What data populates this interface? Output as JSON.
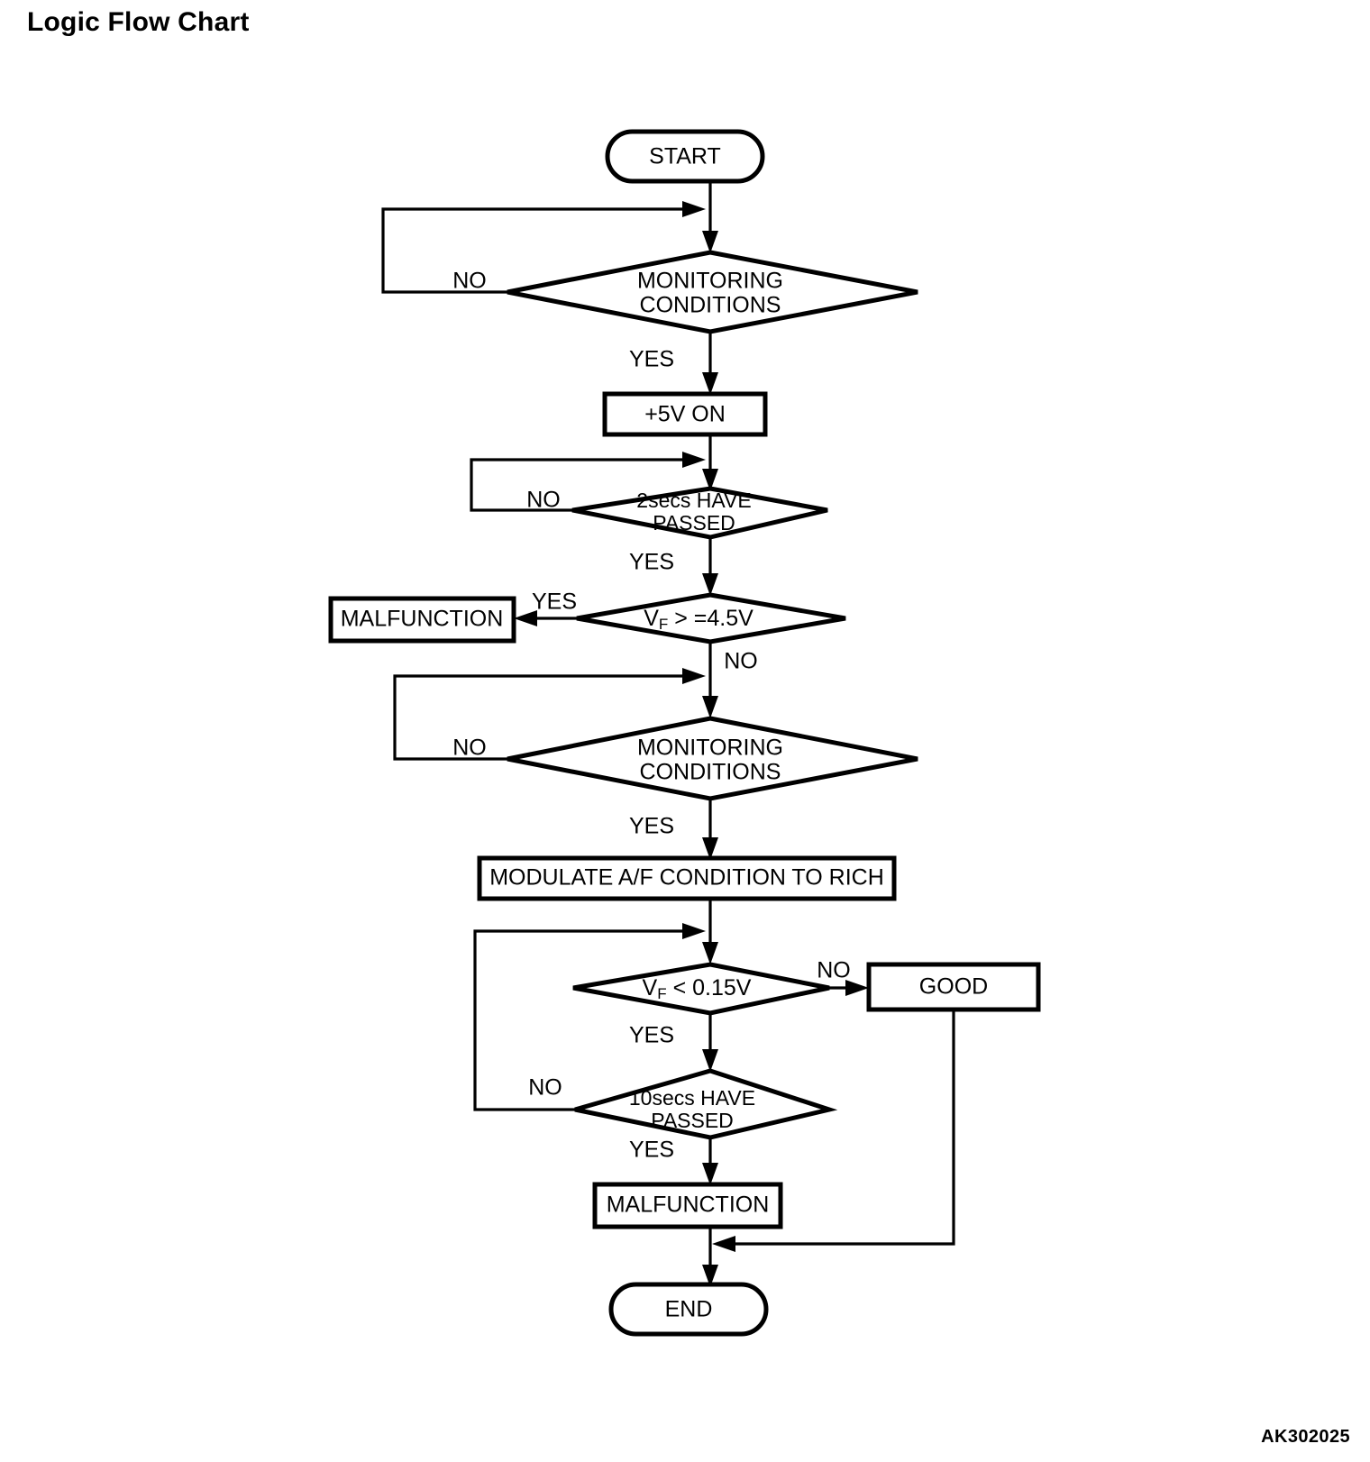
{
  "page": {
    "title": "Logic Flow Chart",
    "diagram_code": "AK302025"
  },
  "chart_data": {
    "type": "diagram",
    "subtype": "flowchart",
    "title": "Logic Flow Chart",
    "nodes": [
      {
        "id": "start",
        "shape": "terminator",
        "label": "START"
      },
      {
        "id": "mon1",
        "shape": "decision",
        "label_line1": "MONITORING",
        "label_line2": "CONDITIONS"
      },
      {
        "id": "plus5v",
        "shape": "process",
        "label": "+5V ON"
      },
      {
        "id": "secs2",
        "shape": "decision",
        "label_line1": "2secs HAVE",
        "label_line2": "PASSED"
      },
      {
        "id": "vf45",
        "shape": "decision",
        "label_pre": "V",
        "label_sub": "F",
        "label_post": " > =4.5V"
      },
      {
        "id": "malfunction1",
        "shape": "process",
        "label": "MALFUNCTION"
      },
      {
        "id": "mon2",
        "shape": "decision",
        "label_line1": "MONITORING",
        "label_line2": "CONDITIONS"
      },
      {
        "id": "modulate",
        "shape": "process",
        "label": "MODULATE A/F CONDITION TO RICH"
      },
      {
        "id": "vf015",
        "shape": "decision",
        "label_pre": "V",
        "label_sub": "F",
        "label_post": " < 0.15V"
      },
      {
        "id": "good",
        "shape": "process",
        "label": "GOOD"
      },
      {
        "id": "secs10",
        "shape": "decision",
        "label_line1": "10secs HAVE",
        "label_line2": "PASSED"
      },
      {
        "id": "malfunction2",
        "shape": "process",
        "label": "MALFUNCTION"
      },
      {
        "id": "end",
        "shape": "terminator",
        "label": "END"
      }
    ],
    "edges": [
      {
        "from": "start",
        "to": "mon1",
        "label": ""
      },
      {
        "from": "mon1",
        "to": "mon1",
        "label": "NO",
        "side": "left-loop"
      },
      {
        "from": "mon1",
        "to": "plus5v",
        "label": "YES"
      },
      {
        "from": "plus5v",
        "to": "secs2",
        "label": ""
      },
      {
        "from": "secs2",
        "to": "secs2",
        "label": "NO",
        "side": "left-loop"
      },
      {
        "from": "secs2",
        "to": "vf45",
        "label": "YES"
      },
      {
        "from": "vf45",
        "to": "malfunction1",
        "label": "YES",
        "side": "left"
      },
      {
        "from": "vf45",
        "to": "mon2",
        "label": "NO"
      },
      {
        "from": "mon2",
        "to": "mon2",
        "label": "NO",
        "side": "left-loop"
      },
      {
        "from": "mon2",
        "to": "modulate",
        "label": "YES"
      },
      {
        "from": "modulate",
        "to": "vf015",
        "label": ""
      },
      {
        "from": "vf015",
        "to": "good",
        "label": "NO",
        "side": "right"
      },
      {
        "from": "vf015",
        "to": "secs10",
        "label": "YES"
      },
      {
        "from": "secs10",
        "to": "vf015",
        "label": "NO",
        "side": "left-loop"
      },
      {
        "from": "secs10",
        "to": "malfunction2",
        "label": "YES"
      },
      {
        "from": "malfunction2",
        "to": "end",
        "label": ""
      },
      {
        "from": "good",
        "to": "end",
        "label": "",
        "side": "right-merge"
      }
    ],
    "labels": {
      "yes": "YES",
      "no": "NO"
    },
    "colors": {
      "stroke": "#000000",
      "fill": "#ffffff",
      "text": "#000000"
    }
  },
  "nodes": {
    "start": {
      "label": "START"
    },
    "mon1": {
      "line1": "MONITORING",
      "line2": "CONDITIONS"
    },
    "plus5v": {
      "label": "+5V ON"
    },
    "secs2": {
      "line1": "2secs HAVE",
      "line2": "PASSED"
    },
    "vf45": {
      "pre": "V",
      "sub": "F",
      "post": " > =4.5V"
    },
    "malfunction1": {
      "label": "MALFUNCTION"
    },
    "mon2": {
      "line1": "MONITORING",
      "line2": "CONDITIONS"
    },
    "modulate": {
      "label": "MODULATE A/F CONDITION TO RICH"
    },
    "vf015": {
      "pre": "V",
      "sub": "F",
      "post": " < 0.15V"
    },
    "good": {
      "label": "GOOD"
    },
    "secs10": {
      "line1": "10secs HAVE",
      "line2": "PASSED"
    },
    "malfunction2": {
      "label": "MALFUNCTION"
    },
    "end": {
      "label": "END"
    }
  },
  "edge_labels": {
    "mon1_no": "NO",
    "mon1_yes": "YES",
    "secs2_no": "NO",
    "secs2_yes": "YES",
    "vf45_yes": "YES",
    "vf45_no": "NO",
    "mon2_no": "NO",
    "mon2_yes": "YES",
    "vf015_no": "NO",
    "vf015_yes": "YES",
    "secs10_no": "NO",
    "secs10_yes": "YES"
  }
}
